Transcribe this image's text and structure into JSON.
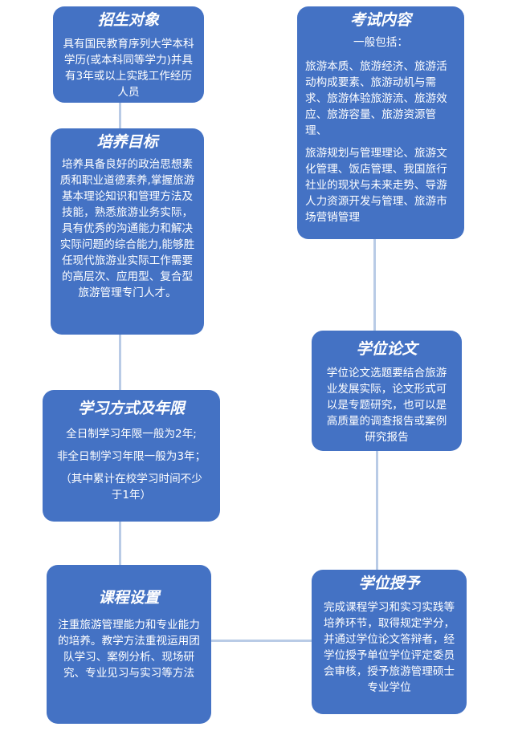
{
  "boxes": {
    "enrollment": {
      "title": "招生对象",
      "text": "具有国民教育序列大学本科学历(或本科同等学力)并具有3年或以上实践工作经历人员"
    },
    "objectives": {
      "title": "培养目标",
      "text": "培养具备良好的政治思想素质和职业道德素养,掌握旅游基本理论知识和管理方法及技能，熟悉旅游业务实际，具有优秀的沟通能力和解决实际问题的综合能力,能够胜任现代旅游业实际工作需要的高层次、应用型、复合型旅游管理专门人才。"
    },
    "study_mode": {
      "title": "学习方式及年限",
      "line1": "全日制学习年限一般为2年;",
      "line2": "非全日制学习年限一般为3年；",
      "line3": "（其中累计在校学习时间不少于1年）"
    },
    "curriculum": {
      "title": "课程设置",
      "text": "注重旅游管理能力和专业能力的培养。教学方法重视运用团队学习、案例分析、现场研究、专业见习与实习等方法"
    },
    "exam": {
      "title": "考试内容",
      "intro": "一般包括：",
      "para1": "旅游本质、旅游经济、旅游活动构成要素、旅游动机与需求、旅游体验旅游流、旅游效应、旅游容量、旅游资源管理、",
      "para2": "旅游规划与管理理论、旅游文化管理、饭店管理、我国旅行社业的现状与未来走势、导游人力资源开发与管理、旅游市场营销管理"
    },
    "thesis": {
      "title": "学位论文",
      "text": "学位论文选题要结合旅游业发展实际，论文形式可以是专题研究，也可以是高质量的调查报告或案例研究报告"
    },
    "degree": {
      "title": "学位授予",
      "text": "完成课程学习和实习实践等培养环节，取得规定学分，并通过学位论文答辩者，经学位授予单位学位评定委员会审核，授予旅游管理硕士专业学位"
    }
  },
  "colors": {
    "box": "#4472c4",
    "connector": "#b9cbe6",
    "text": "#ffffff"
  }
}
